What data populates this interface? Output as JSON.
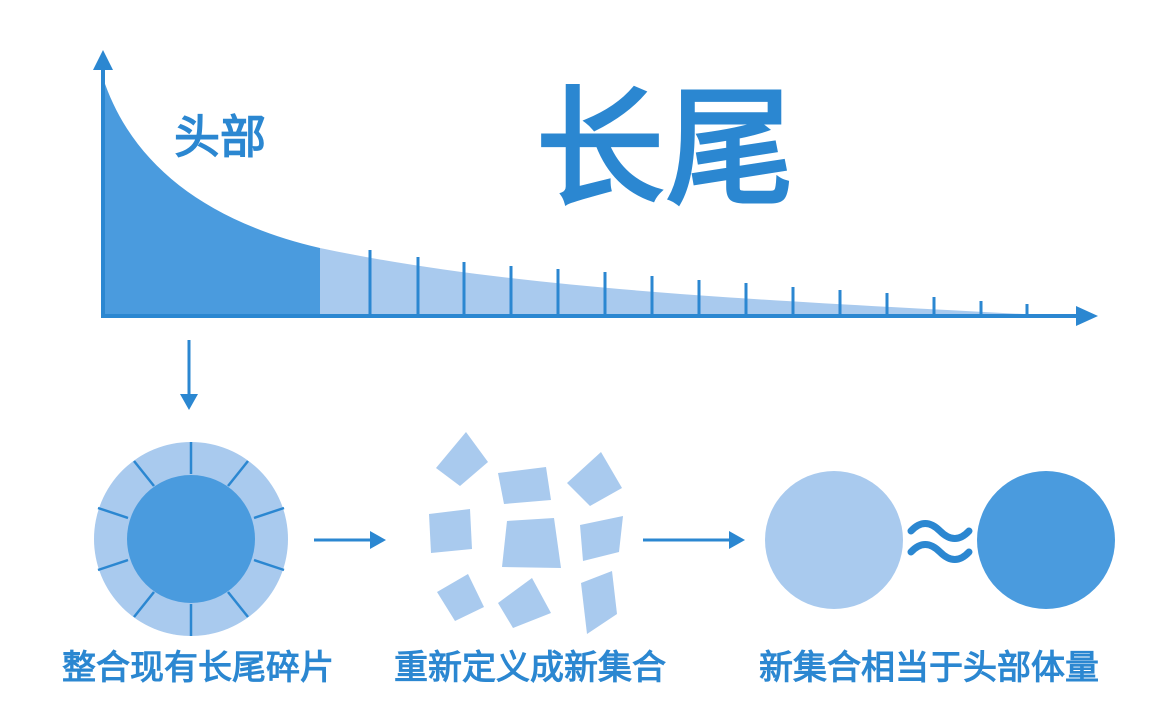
{
  "diagram": {
    "head_label": "头部",
    "title": "长尾",
    "captions": {
      "step1": "整合现有长尾碎片",
      "step2": "重新定义成新集合",
      "step3": "新集合相当于头部体量"
    },
    "approx_symbol": "≈"
  },
  "colors": {
    "accent": "#2b87d1",
    "head_fill": "#4a9bde",
    "tail_fill": "#a9caee",
    "white": "#ffffff"
  },
  "icons": [
    "up-arrow-icon",
    "right-arrow-icon",
    "down-arrow-icon",
    "approx-icon"
  ]
}
